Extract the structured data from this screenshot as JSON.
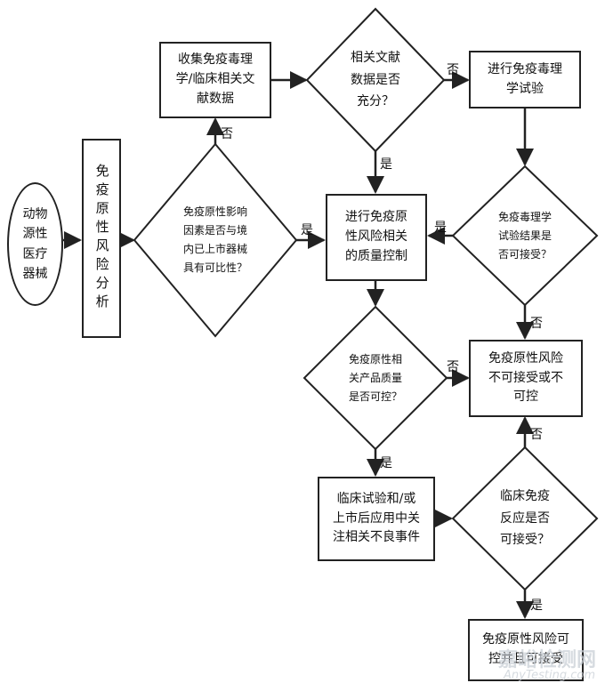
{
  "start": "动物\n源性\n医疗\n器械",
  "analysis": "免疫原性风险分析",
  "d_comparable": "免疫原性影响\n因素是否与境\n内已上市器械\n具有可比性？",
  "b_collect": "收集免疫毒理\n学/临床相关文\n献数据",
  "d_literature": "相关文献\n数据是否\n充分？",
  "b_tox_test": "进行免疫毒理\n学试验",
  "b_quality_control": "进行免疫原\n性风险相关\n的质量控制",
  "d_tox_acceptable": "免疫毒理学\n试验结果是\n否可接受？",
  "d_quality": "免疫原性相\n关产品质量\n是否可控？",
  "b_unacceptable": "免疫原性风险\n不可接受或不\n可控",
  "b_clinical": "临床试验和/或\n上市后应用中关\n注相关不良事件",
  "d_clinical_ok": "临床免疫\n反应是否\n可接受？",
  "b_acceptable": "免疫原性风险可\n控并且可接受",
  "labels": {
    "yes": "是",
    "no": "否"
  },
  "watermark": {
    "cn": "嘉峪检测网",
    "en": "AnyTesting.com"
  }
}
